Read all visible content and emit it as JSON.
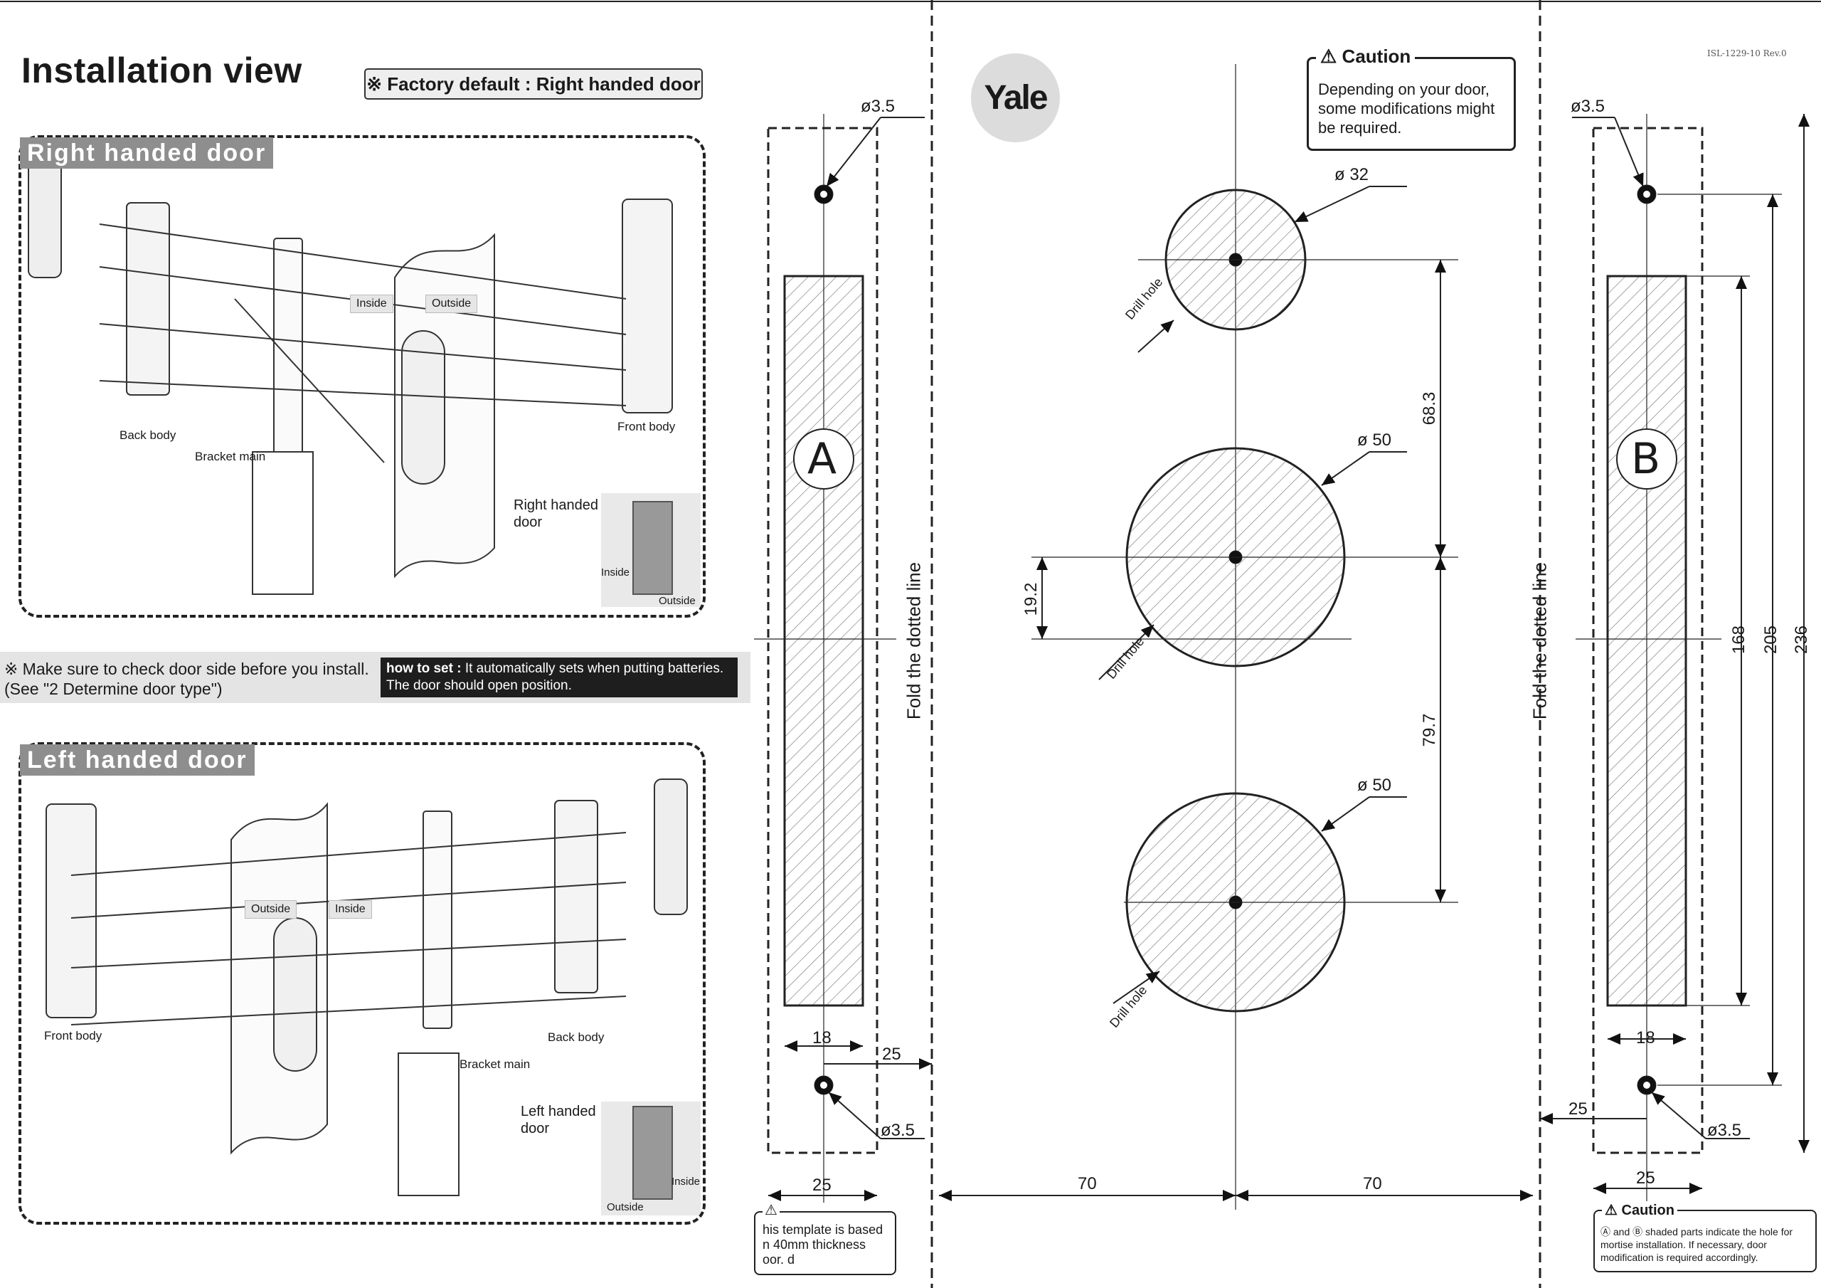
{
  "header": {
    "title": "Installation view",
    "factory_default": "※ Factory default : Right handed door",
    "doc_code": "ISL-1229-10 Rev.0",
    "brand": "Yale"
  },
  "right_section": {
    "label": "Right handed door",
    "back_body": "Back body",
    "bracket_main": "Bracket main",
    "inside": "Inside",
    "outside": "Outside",
    "front_body": "Front body",
    "door_label_1": "Right handed",
    "door_label_2": "door",
    "inset_inside": "Inside",
    "inset_outside": "Outside"
  },
  "left_section": {
    "label": "Left handed door",
    "outside": "Outside",
    "inside": "Inside",
    "front_body": "Front body",
    "back_body": "Back body",
    "bracket_main": "Bracket main",
    "door_label_1": "Left handed",
    "door_label_2": "door",
    "inset_inside": "Inside",
    "inset_outside": "Outside"
  },
  "note": {
    "line1": "※  Make sure to check door side before you install.",
    "line2": "(See \"2 Determine door type\")",
    "howto_bold": "how to set :",
    "howto_rest": " It automatically sets when putting batteries.",
    "howto_line2": "The door should open position."
  },
  "caution_main": {
    "title": "Caution",
    "line1": "Depending on your door,",
    "line2": "some modifications might",
    "line3": "be required."
  },
  "template_a": {
    "letter": "A",
    "hole_top": "ø3.5",
    "hole_bottom": "ø3.5",
    "width_hatch": "18",
    "width_frame": "25",
    "offset": "25",
    "fold": "Fold the dotted line",
    "caution_line1": "his template is based",
    "caution_line2": "n 40mm thickness",
    "caution_line3": "oor.   d"
  },
  "template_center": {
    "d1": "ø 32",
    "d2": "ø 50",
    "d3": "ø 50",
    "drill": "Drill hole",
    "dim_68": "68.3",
    "dim_79": "79.7",
    "dim_19": "19.2",
    "dim_70_left": "70",
    "dim_70_right": "70"
  },
  "template_b": {
    "letter": "B",
    "hole_top": "ø3.5",
    "hole_bottom": "ø3.5",
    "width_hatch": "18",
    "width_frame": "25",
    "offset": "25",
    "h168": "168",
    "h205": "205",
    "h236": "236",
    "fold": "Fold the dotted line",
    "caution_title": "Caution",
    "caution_line1": "Ⓐ and Ⓑ shaded parts indicate the hole for",
    "caution_line2": "mortise installation. If necessary, door",
    "caution_line3": "modification is required accordingly."
  }
}
